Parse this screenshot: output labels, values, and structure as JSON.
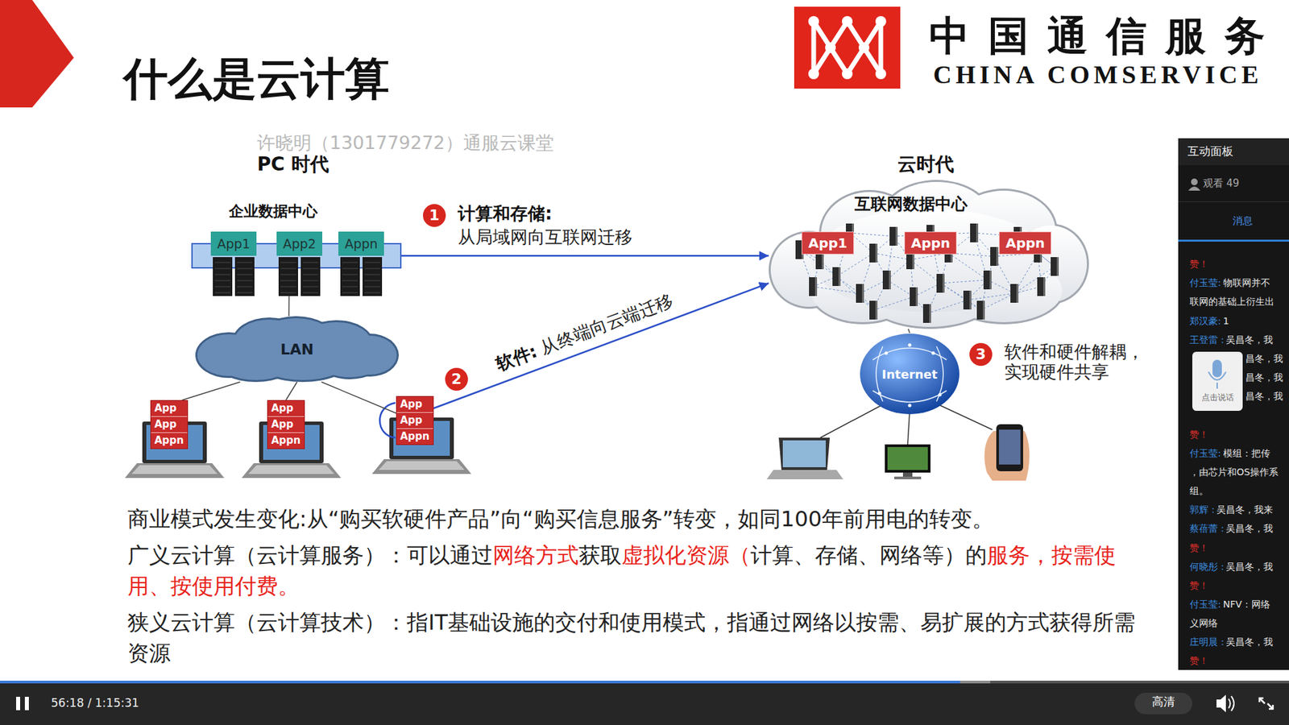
{
  "diagram": {
    "title": "什么是云计算",
    "nodes": [
      {
        "text": [
          "企业数据中心"
        ]
      },
      {
        "text": [
          "App1"
        ],
        "in": 0
      },
      {
        "text": [
          "App2"
        ],
        "in": 0
      },
      {
        "text": [
          "Appn"
        ],
        "in": 0
      },
      {
        "text": [
          "LAN"
        ]
      },
      {
        "text": [
          "App",
          "App",
          "Appn"
        ]
      },
      {
        "text": [
          "App",
          "App",
          "Appn"
        ]
      },
      {
        "text": [
          "App",
          "App",
          "Appn"
        ]
      },
      {
        "text": [
          "互联网数据中心"
        ]
      },
      {
        "text": [
          "App1"
        ],
        "in": 8
      },
      {
        "text": [
          "Appn"
        ],
        "in": 8
      },
      {
        "text": [
          "Appn"
        ],
        "in": 8
      },
      {
        "text": [
          "Internet"
        ]
      }
    ],
    "edges": [
      {
        "from": 0,
        "to": 8,
        "arrow": "to"
      },
      {
        "from": 7,
        "to": 8,
        "arrow": "to"
      },
      {
        "from": 0,
        "to": 4,
        "arrow": "none"
      },
      {
        "from": 4,
        "to": 5,
        "arrow": "none"
      },
      {
        "from": 4,
        "to": 6,
        "arrow": "none"
      },
      {
        "from": 4,
        "to": 7,
        "arrow": "none"
      },
      {
        "from": 8,
        "to": 12,
        "arrow": "none"
      }
    ],
    "labels": [
      "中国通信服务",
      "CHINA COMSERVICE",
      "许晓明（1301779272）通服云课堂",
      "PC 时代",
      "云时代",
      "1",
      "计算和存储:",
      "从局域网向互联网迁移",
      "2",
      "软件:",
      "从终端向云端迁移",
      "3",
      "软件和硬件解耦， 实现硬件共享",
      "商业模式发生变化:从“购买软硬件产品”向“购买信息服务”转变，如同100年前用电的转变。",
      "广义云计算（云计算服务）：可以通过",
      "网络方式",
      "获取",
      "虚拟化资源（",
      "计算、存储、网络等",
      "）的",
      "服务，按需使用、按使用付费。",
      "狭义云计算（云计算技术）：指IT基础设施的交付和使用模式，指通过网络以按需、易扩展的方式获得所需资源",
      "互动面板",
      "观看 49",
      "消息",
      "赞！",
      "付玉莹:",
      "物联网并不",
      "联网的基础上衍生出",
      "郑汉豪:",
      "1",
      "王登雷 :",
      "吴昌冬，我",
      "昌冬，我",
      "昌冬，我",
      "昌冬，我",
      "赞！",
      "付玉莹:",
      "模组：把传",
      "，由芯片和OS操作系",
      "组。",
      "郭辉 :",
      "吴昌冬，我来",
      "蔡蓓蕾 :",
      "吴昌冬，我",
      "赞！",
      "何晓彤 :",
      "吴昌冬，我",
      "赞！",
      "付玉莹:",
      "NFV：网络",
      "义网络",
      "庄明晨 :",
      "吴昌冬，我",
      "赞！",
      "点击说话",
      "56:18 / 1:15:31",
      "高清"
    ]
  }
}
